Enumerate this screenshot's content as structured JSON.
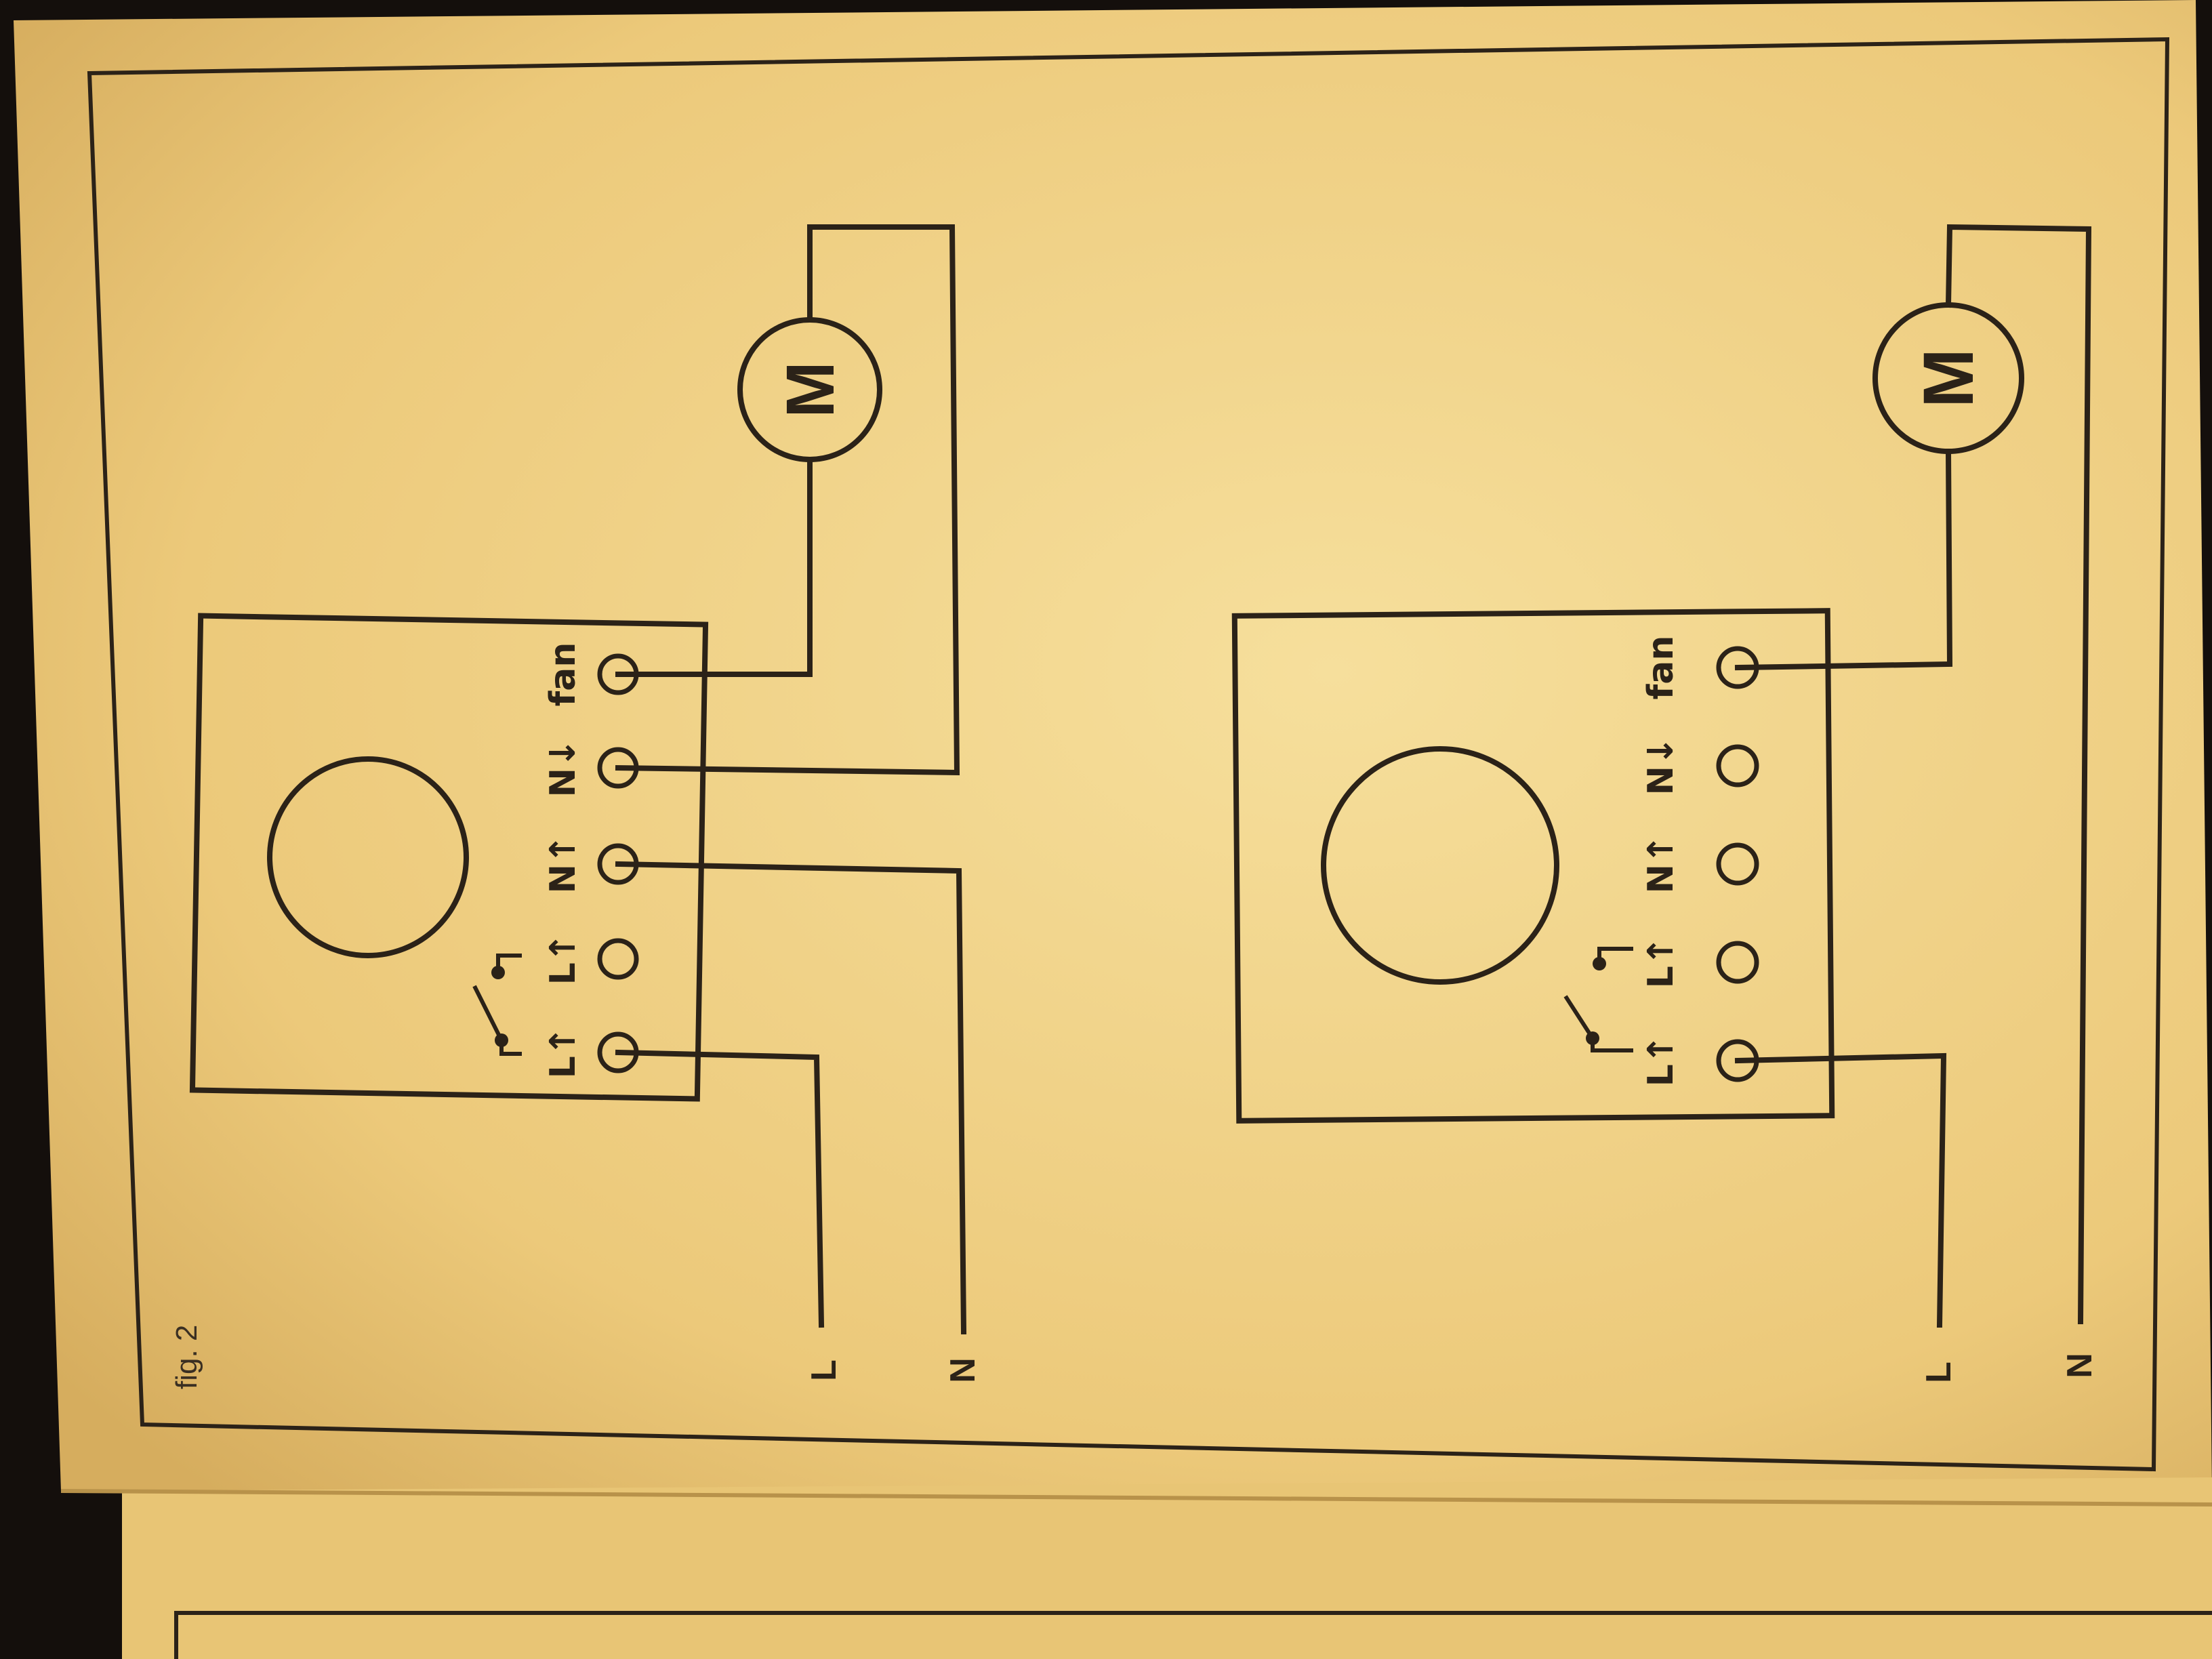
{
  "figure_label": "fig. 2",
  "motor_symbol": "M",
  "terminals": [
    "L↑",
    "L↑",
    "N↑",
    "N↓",
    "fan"
  ],
  "supply_labels": {
    "line": "L",
    "neutral": "N"
  },
  "colors": {
    "paper": "#f2d892",
    "ink": "#2b2218",
    "background": "#140f0c"
  },
  "diagrams": [
    {
      "name": "top",
      "connected_terminals": [
        "L↑",
        "N↑",
        "N↓",
        "fan"
      ]
    },
    {
      "name": "bottom",
      "connected_terminals": [
        "L↑",
        "fan"
      ]
    }
  ]
}
